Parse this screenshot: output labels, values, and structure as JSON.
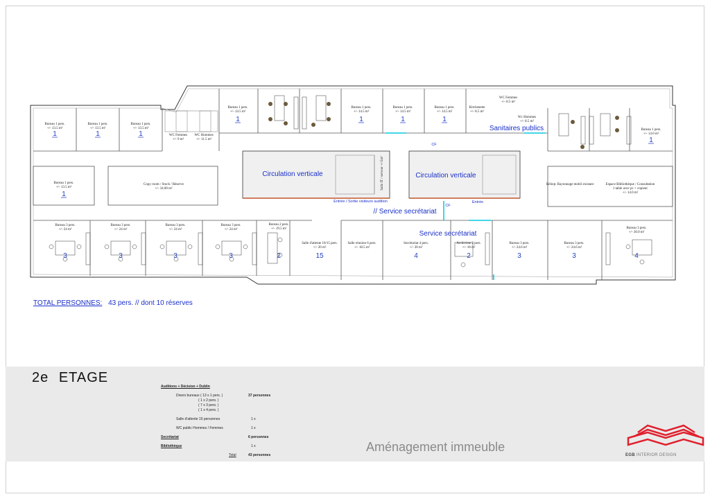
{
  "rooms": [
    {
      "id": "b1a",
      "lines": [
        "Bureau 1 pers.",
        "+/- 13.5 m²"
      ],
      "count": "1"
    },
    {
      "id": "b1b",
      "lines": [
        "Bureau 1 pers.",
        "+/- 13.5 m²"
      ],
      "count": "1"
    },
    {
      "id": "b1c",
      "lines": [
        "Bureau 1 pers.",
        "+/- 13.5 m²"
      ],
      "count": "1"
    },
    {
      "id": "wcf",
      "lines": [
        "WC Femmes",
        "+/- 9 m²"
      ],
      "count": ""
    },
    {
      "id": "wch",
      "lines": [
        "WC Hommes",
        "+/- 11.5 m²"
      ],
      "count": ""
    },
    {
      "id": "b1d",
      "lines": [
        "Bureau 1 pers.",
        "+/- 14.5 m²"
      ],
      "count": "1"
    },
    {
      "id": "b1e",
      "lines": [
        "Bureau 1 pers.",
        "+/- 14.5 m²"
      ],
      "count": "1"
    },
    {
      "id": "b1f",
      "lines": [
        "Bureau 1 pers.",
        "+/- 14.5 m²"
      ],
      "count": "1"
    },
    {
      "id": "b1g",
      "lines": [
        "Bureau 1 pers.",
        "+/- 14.5 m²"
      ],
      "count": "1"
    },
    {
      "id": "kit",
      "lines": [
        "Kitchenette",
        "+/- 8.5 m²"
      ],
      "count": ""
    },
    {
      "id": "wcf2",
      "lines": [
        "WC Femmes",
        "+/- 8.5 m²"
      ],
      "count": ""
    },
    {
      "id": "wch2",
      "lines": [
        "Wc Hommes",
        "+/- 8.5 m²"
      ],
      "count": ""
    },
    {
      "id": "b1h",
      "lines": [
        "Bureau 1 pers.",
        "+/- 14.0 m²"
      ],
      "count": "1"
    },
    {
      "id": "b1i",
      "lines": [
        "Bureau 1 pers.",
        "+/- 13.5 m²"
      ],
      "count": "1"
    },
    {
      "id": "copy",
      "lines": [
        "Copy room / Stock / Réserve",
        "+/- 34.00 m²"
      ],
      "count": ""
    },
    {
      "id": "reloc",
      "lines": [
        "Réloqt. Rayonnage mobil existant"
      ],
      "count": ""
    },
    {
      "id": "bib",
      "lines": [
        "Espace Bibliothèque / Consultation",
        "1 table avec pc + copieur",
        "+/- 14.0 m²"
      ],
      "count": ""
    },
    {
      "id": "b3a",
      "lines": [
        "Bureau 3 pers.",
        "+/- 24 m²"
      ],
      "count": "3"
    },
    {
      "id": "b3b",
      "lines": [
        "Bureau 3 pers.",
        "+/- 24 m²"
      ],
      "count": "3"
    },
    {
      "id": "b3c",
      "lines": [
        "Bureau 3 pers.",
        "+/- 24 m²"
      ],
      "count": "3"
    },
    {
      "id": "b3d",
      "lines": [
        "Bureau 3 pers.",
        "+/- 24 m²"
      ],
      "count": "3"
    },
    {
      "id": "b2a",
      "lines": [
        "Bureau 2 pers.",
        "+/- 19.5 m²"
      ],
      "count": "2"
    },
    {
      "id": "salle",
      "lines": [
        "Salle d'attente 10/15 pers.",
        "+/- 20 m²"
      ],
      "count": "15"
    },
    {
      "id": "reunion",
      "lines": [
        "Salle réunion 6 pers.",
        "+/- 18.5 m²"
      ],
      "count": ""
    },
    {
      "id": "secr",
      "lines": [
        "Secrétariat 4 pers.",
        "+/- 30 m²"
      ],
      "count": "4"
    },
    {
      "id": "arch",
      "lines": [
        "Archiviste 2 pers.",
        "+/- 18 m²"
      ],
      "count": "2"
    },
    {
      "id": "b3e",
      "lines": [
        "Bureau 3 pers.",
        "+/- 24.6 m²"
      ],
      "count": "3"
    },
    {
      "id": "b3f",
      "lines": [
        "Bureau 3 pers.",
        "+/- 24.6 m²"
      ],
      "count": "3"
    },
    {
      "id": "b3g",
      "lines": [
        "Bureau 3 pers.",
        "+/- 30.0 m²"
      ],
      "count": "4"
    }
  ],
  "labels": {
    "circ1": "Circulation verticale",
    "circ2": "Circulation verticale",
    "sanitaires": "Sanitaires publics",
    "service1": "//  Service secrétariat",
    "service2": "Service secrétariat",
    "entree_sortie": "Entrée / Sortie visiteurs audition",
    "entree": "Entrée",
    "cf1": "CF",
    "cf2": "CF",
    "gaine": "Salle IT / serveur +/-5m²"
  },
  "total": {
    "label": "TOTAL PERSONNES:",
    "value": "43 pers. // dont 10 réserves"
  },
  "floor": {
    "prefix": "2e",
    "name": "ETAGE"
  },
  "summary": {
    "header": "Auditions + Décision + Dublin",
    "divers_label": "Divers bureaux ( 13 x 1 pers. )",
    "divers_sub": [
      "( 1 x 2 pers. )",
      "( 7 x 3 pers. )",
      "( 1 x 4 pers. )"
    ],
    "divers_value": "37 personnes",
    "attente_label": "Salle d'attente 15 personnes",
    "attente_value": "1 x",
    "wc_label": "WC public Hommes / Femmes",
    "wc_value": "1 x",
    "secretariat_label": "Secrétariat",
    "secretariat_value": "6 personnes",
    "bibliotheque_label": "Bibliothèque",
    "bibliotheque_value": "1 x",
    "total_label": "Total",
    "total_value": "43 personnes"
  },
  "title": "Aménagement immeuble",
  "logo": {
    "brand": "EGB",
    "tagline": "INTERIOR DESIGN"
  },
  "colors": {
    "label_blue": "#1a2fc8",
    "magenta": "#d4179a",
    "logo_red": "#e0202e",
    "cyan": "#00c8e0"
  }
}
